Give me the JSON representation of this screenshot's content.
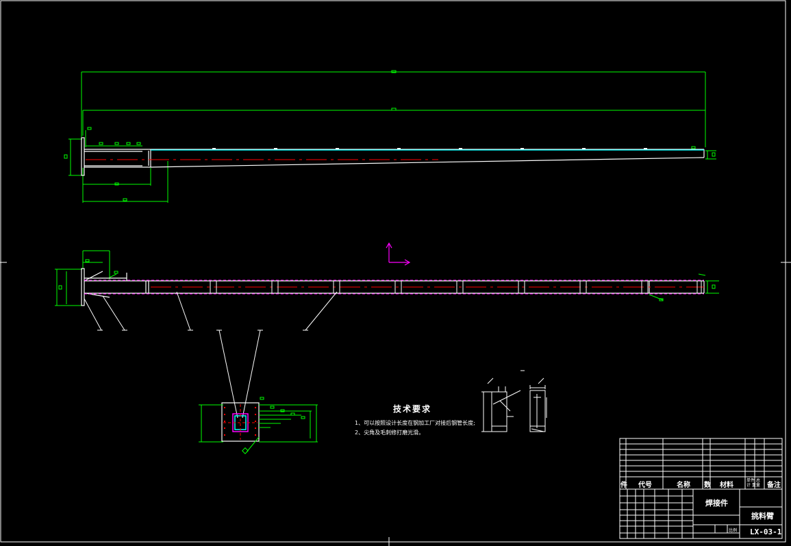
{
  "drawing": {
    "technical_requirements": {
      "title": "技术要求",
      "lines": [
        "1、可以按照设计长度在钢加工厂对接后钢管长度;",
        "2、尖角及毛刺修打磨光滑。"
      ]
    },
    "title_block": {
      "header": {
        "item": "件",
        "code": "代号",
        "name": "名称",
        "qty": "数",
        "material": "材料",
        "weight": "单件 总计 重量",
        "remark": "备注"
      },
      "part_name": "焊接件",
      "drawing_name": "挑料臂",
      "drawing_number": "LX-03-1",
      "scale_label": "比例"
    },
    "colors": {
      "background": "#000000",
      "lines": "#ffffff",
      "dimensions": "#00ff00",
      "centerline": "#ff0000",
      "hidden": "#ff00ff",
      "cyan_edge": "#00ffff",
      "ucs_icon": "#ff00ff"
    }
  }
}
